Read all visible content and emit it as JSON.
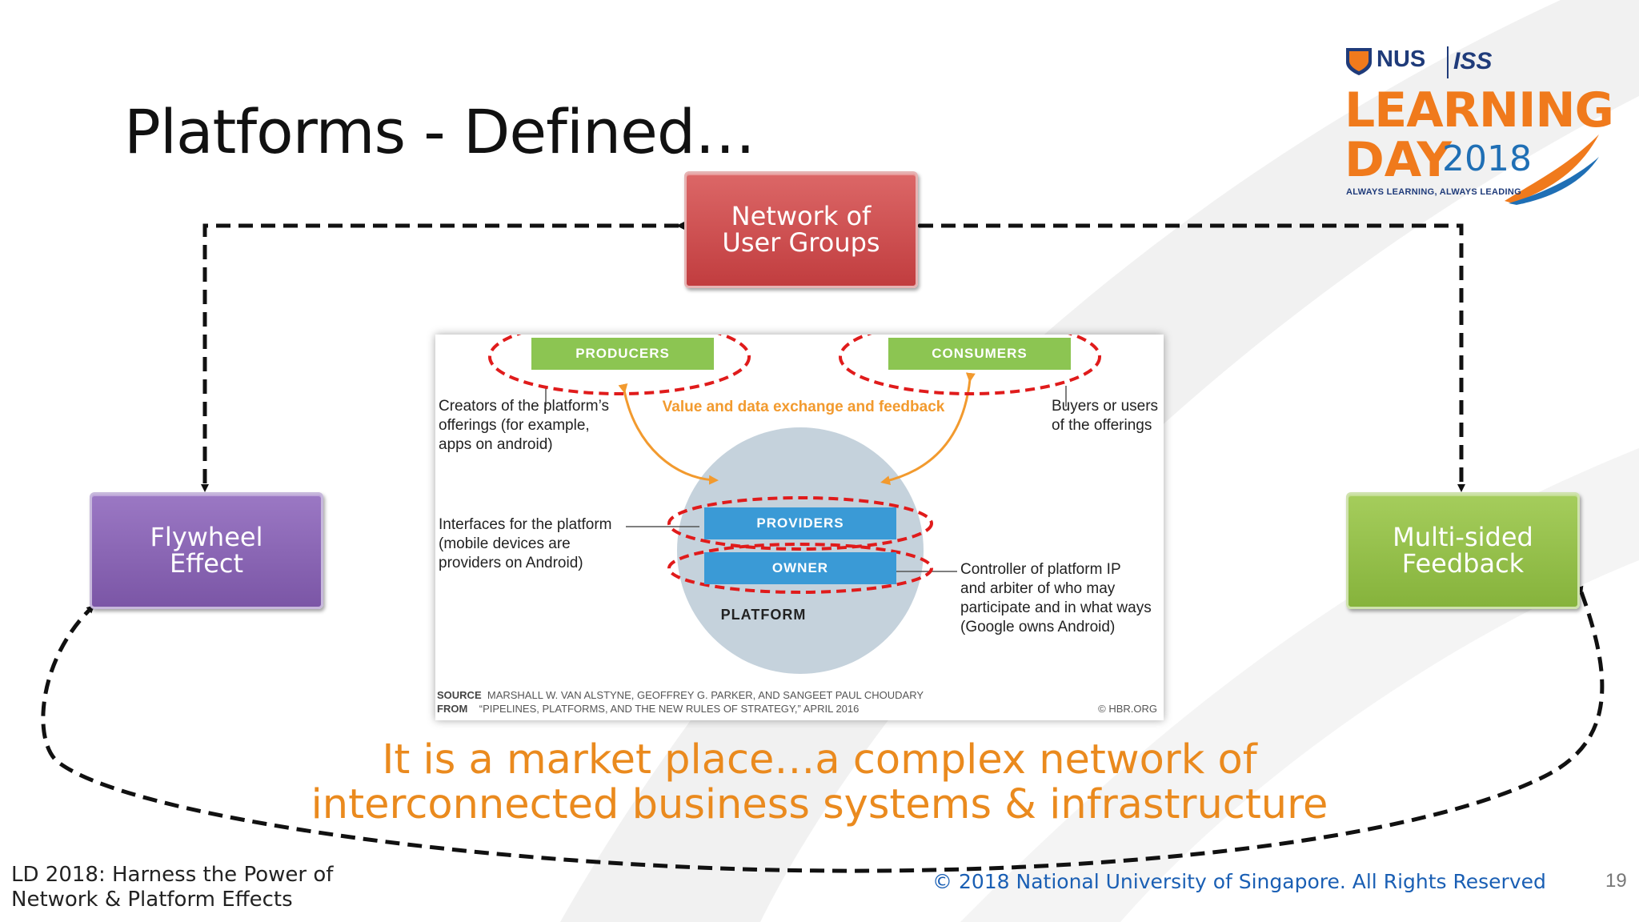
{
  "slide": {
    "title": "Platforms - Defined…",
    "boxes": {
      "network": "Network of\nUser Groups",
      "flywheel": "Flywheel\nEffect",
      "feedback": "Multi-sided\nFeedback"
    },
    "figure": {
      "producers": "PRODUCERS",
      "consumers": "CONSUMERS",
      "value_exchange": "Value and data exchange and feedback",
      "creators_text": "Creators of the platform’s\nofferings (for example,\napps on android)",
      "buyers_text": "Buyers or users\nof the offerings",
      "interfaces_text": "Interfaces for the platform\n(mobile devices are\nproviders on Android)",
      "controller_text": "Controller of platform IP\nand arbiter of who may\nparticipate and in what ways\n(Google owns Android)",
      "providers": "PROVIDERS",
      "owner": "OWNER",
      "platform": "PLATFORM",
      "source_label": "SOURCE",
      "source_text": "MARSHALL W. VAN ALSTYNE, GEOFFREY G. PARKER, AND SANGEET PAUL CHOUDARY",
      "from_label": "FROM",
      "from_text": "“PIPELINES, PLATFORMS, AND THE NEW RULES OF STRATEGY,” APRIL 2016",
      "credit": "© HBR.ORG"
    },
    "bottom_text_line1": "It is a market place…a complex network of",
    "bottom_text_line2": "interconnected business systems & infrastructure",
    "footer_left_line1": "LD 2018: Harness the Power of",
    "footer_left_line2": "Network & Platform Effects",
    "copyright": "© 2018 National University of Singapore. All Rights Reserved",
    "page_number": "19"
  },
  "logo": {
    "nus": "NUS",
    "iss": "ISS",
    "learning": "LEARNING",
    "day": "DAY",
    "year": "2018",
    "tagline": "ALWAYS LEARNING, ALWAYS LEADING"
  },
  "colors": {
    "network_box": "#c94a4c",
    "flywheel_box": "#8763b3",
    "feedback_box": "#97c24a",
    "bottom_text": "#ea8a1e",
    "copyright": "#1a5fb4",
    "ellipse": "#e01b1b"
  }
}
